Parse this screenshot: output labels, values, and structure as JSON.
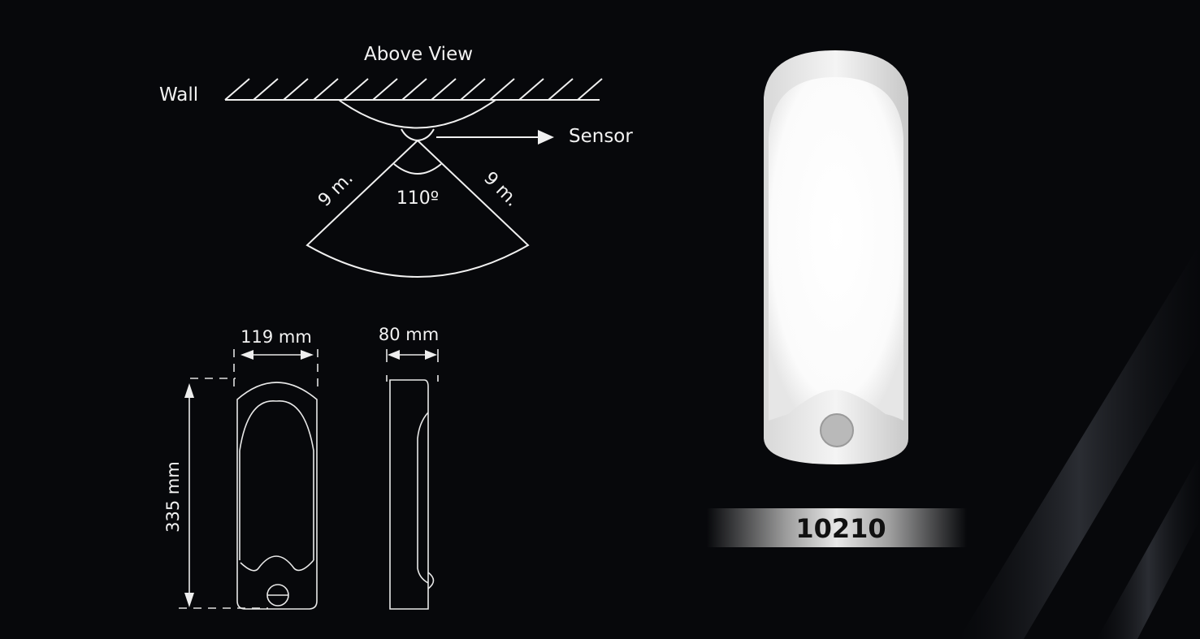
{
  "above_view": {
    "title": "Above View",
    "wall_label": "Wall",
    "sensor_label": "Sensor",
    "angle_label": "110º",
    "range_left_label": "9 m.",
    "range_right_label": "9 m."
  },
  "dimensions": {
    "width_label": "119 mm",
    "depth_label": "80 mm",
    "height_label": "335 mm"
  },
  "product": {
    "model_number": "10210"
  },
  "colors": {
    "background": "#07080b",
    "line": "#f0f0f0"
  }
}
